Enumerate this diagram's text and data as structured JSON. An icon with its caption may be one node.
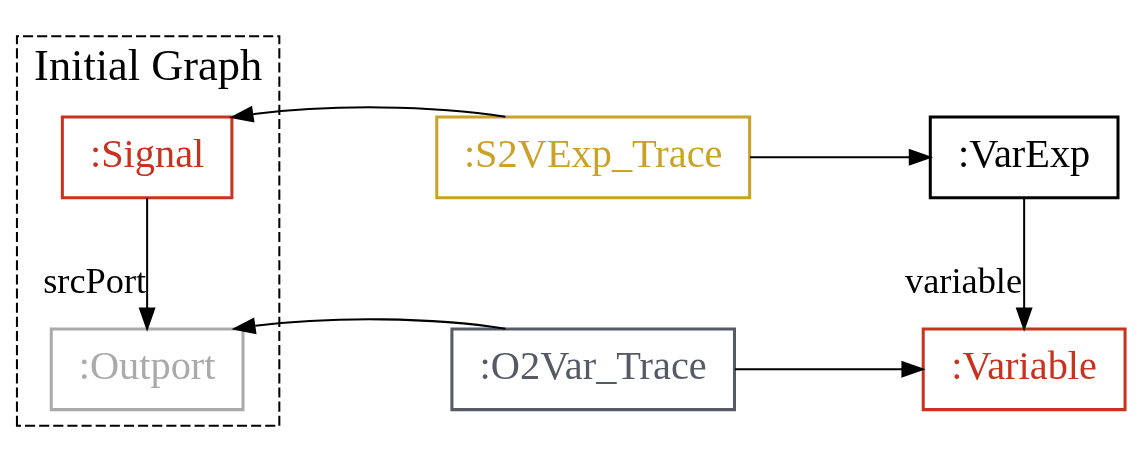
{
  "diagram": {
    "nodes": [
      {
        "text": [
          "Initial Graph"
        ]
      },
      {
        "text": [
          ":Signal"
        ],
        "in": 0
      },
      {
        "text": [
          ":S2VExp_Trace"
        ]
      },
      {
        "text": [
          ":VarExp"
        ]
      },
      {
        "text": [
          ":Outport"
        ],
        "in": 0
      },
      {
        "text": [
          ":O2Var_Trace"
        ]
      },
      {
        "text": [
          ":Variable"
        ]
      }
    ],
    "edges": [
      {
        "from": 2,
        "to": 1,
        "arrow": "to"
      },
      {
        "from": 2,
        "to": 3,
        "arrow": "to"
      },
      {
        "from": 1,
        "to": 4,
        "arrow": "to",
        "label": "srcPort"
      },
      {
        "from": 3,
        "to": 6,
        "arrow": "to",
        "label": "variable"
      },
      {
        "from": 5,
        "to": 4,
        "arrow": "to"
      },
      {
        "from": 5,
        "to": 6,
        "arrow": "to"
      }
    ]
  }
}
